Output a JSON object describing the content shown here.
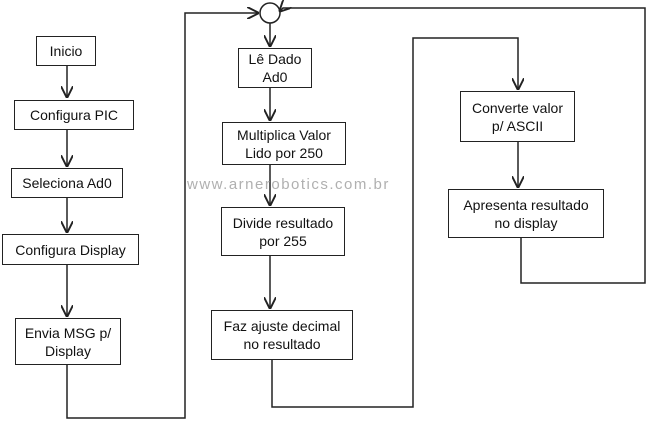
{
  "watermark": "www.arnerobotics.com.br",
  "column1": {
    "start": "Inicio",
    "configure_pic": "Configura PIC",
    "select_ad0": "Seleciona Ad0",
    "configure_display": "Configura Display",
    "send_msg": [
      "Envia MSG p/",
      "Display"
    ]
  },
  "column2": {
    "read_data": [
      "Lê Dado",
      "Ad0"
    ],
    "multiply": [
      "Multiplica Valor",
      "Lido por 250"
    ],
    "divide": [
      "Divide resultado",
      "por 255"
    ],
    "adjust_decimal": [
      "Faz ajuste decimal",
      "no resultado"
    ]
  },
  "column3": {
    "convert_ascii": [
      "Converte valor",
      "p/ ASCII"
    ],
    "show_result": [
      "Apresenta resultado",
      "no display"
    ]
  }
}
